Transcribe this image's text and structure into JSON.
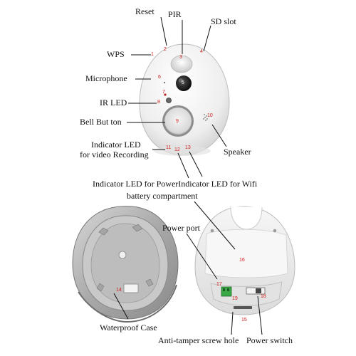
{
  "labels": {
    "reset": "Reset",
    "pir": "PIR",
    "sd_slot": "SD slot",
    "wps": "WPS",
    "microphone": "Microphone",
    "ir_led": "IR LED",
    "bell_button": "Bell But ton",
    "indicator_video_1": "Indicator LED",
    "indicator_video_2": "for video Recording",
    "speaker": "Speaker",
    "indicator_power_wifi": "Indicator LED for PowerIndicator LED for Wifi",
    "battery_compartment": "battery compartment",
    "power_port": "Power port",
    "waterproof_case": "Waterproof Case",
    "anti_tamper": "Anti-tamper screw hole",
    "power_switch": "Power switch"
  },
  "numbers": {
    "n1": "1",
    "n2": "2",
    "n3": "3",
    "n4": "4",
    "n5": "5",
    "n6": "6",
    "n7": "7",
    "n8": "8",
    "n9": "9",
    "n10": "10",
    "n11": "11",
    "n12": "12",
    "n13": "13",
    "n14": "14",
    "n15": "15",
    "n16": "16",
    "n17": "17",
    "n18": "18",
    "n19": "19"
  },
  "colors": {
    "callout_number": "#d42020",
    "device_white": "#f2f2f2",
    "case_gray": "#b8b8b8",
    "terminal_green": "#3aa845"
  }
}
